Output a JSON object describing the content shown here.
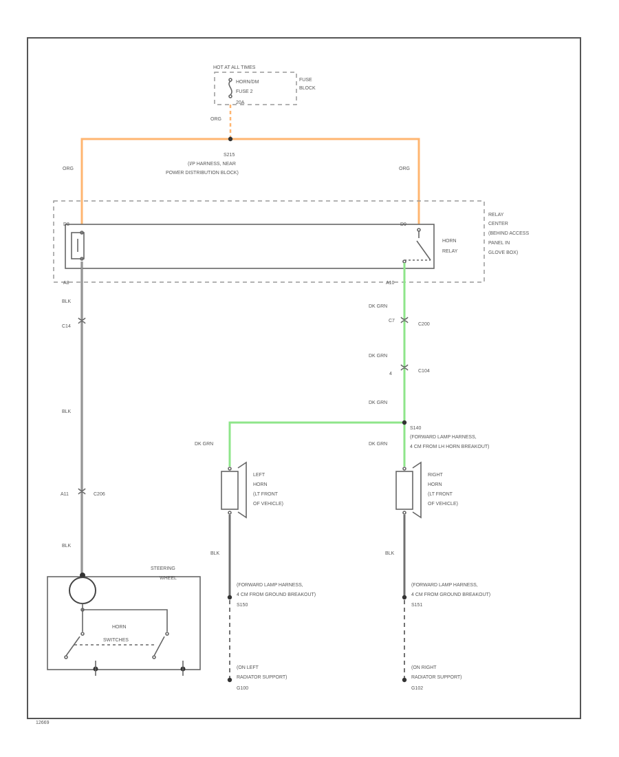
{
  "colors": {
    "orange_wire": "#ffb570",
    "green_wire": "#8ee58a",
    "black_wire": "#707070",
    "frame": "#555555"
  },
  "fuse_block": {
    "title": "HOT AT ALL TIMES",
    "fuse_line1": "HORN/DM",
    "fuse_line2": "FUSE 2",
    "fuse_line3": "20A",
    "side_label_1": "FUSE",
    "side_label_2": "BLOCK"
  },
  "splice_s215": {
    "id": "S215",
    "line1": "(I/P HARNESS, NEAR",
    "line2": "POWER DISTRIBUTION BLOCK)"
  },
  "relay_center": {
    "line1": "RELAY",
    "line2": "CENTER",
    "line3": "(BEHIND ACCESS",
    "line4": "PANEL IN",
    "line5": "GLOVE BOX)",
    "horn_relay_1": "HORN",
    "horn_relay_2": "RELAY",
    "pin_top_left": "D8",
    "pin_top_right": "D9",
    "pin_bot_left": "A8",
    "pin_bot_right": "A10"
  },
  "wires": {
    "org_fuse": "ORG",
    "org_left": "ORG",
    "org_right": "ORG",
    "blk_1": "BLK",
    "blk_2": "BLK",
    "blk_3": "BLK",
    "dkgrn_1": "DK GRN",
    "dkgrn_2": "DK GRN",
    "dkgrn_3": "DK GRN",
    "dkgrn_left_horn": "DK GRN",
    "dkgrn_right_horn": "DK GRN",
    "blk_left_horn": "BLK",
    "blk_right_horn": "BLK"
  },
  "connectors": {
    "c1_pin": "C14",
    "c2_pin": "C7",
    "c2_id": "C200",
    "c3_pin": "4",
    "c3_id": "C104",
    "c4_pin": "A11",
    "c4_id": "C206"
  },
  "splice_s140": {
    "id": "S140",
    "line1": "(FORWARD LAMP HARNESS,",
    "line2": "4 CM FROM LH HORN BREAKOUT)"
  },
  "left_horn": {
    "line1": "LEFT",
    "line2": "HORN",
    "line3": "(LT FRONT",
    "line4": "OF VEHICLE)"
  },
  "right_horn": {
    "line1": "RIGHT",
    "line2": "HORN",
    "line3": "(LT FRONT",
    "line4": "OF VEHICLE)"
  },
  "steering": {
    "line1": "STEERING",
    "line2": "WHEEL",
    "switches_1": "HORN",
    "switches_2": "SWITCHES"
  },
  "left_splice_s": {
    "line1": "(FORWARD LAMP HARNESS,",
    "line2": "4 CM FROM GROUND BREAKOUT)",
    "id": "S150"
  },
  "right_splice_s": {
    "line1": "(FORWARD LAMP HARNESS,",
    "line2": "4 CM FROM GROUND BREAKOUT)",
    "id": "S151"
  },
  "left_ground": {
    "line1": "(ON LEFT",
    "line2": "RADIATOR SUPPORT)",
    "id": "G100"
  },
  "right_ground": {
    "line1": "(ON RIGHT",
    "line2": "RADIATOR SUPPORT)",
    "id": "G102"
  },
  "figure_code": "12669"
}
